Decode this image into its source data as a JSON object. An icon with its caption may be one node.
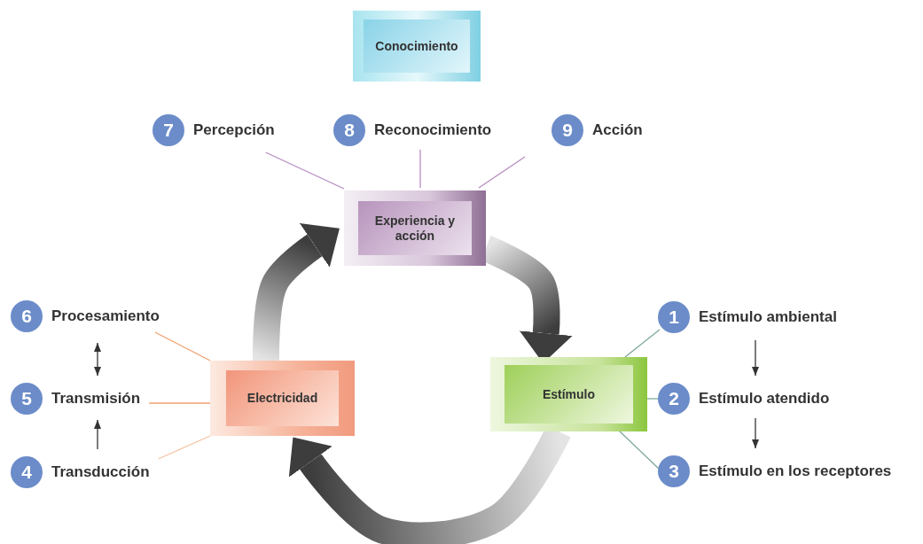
{
  "diagram": {
    "nodes": [
      {
        "text": [
          "Conocimiento"
        ]
      },
      {
        "text": [
          "Experiencia y acción"
        ]
      },
      {
        "text": [
          "Estímulo"
        ]
      },
      {
        "text": [
          "Electricidad"
        ]
      },
      {
        "text": [
          "1"
        ],
        "beside": [
          "Estímulo ambiental"
        ]
      },
      {
        "text": [
          "2"
        ],
        "beside": [
          "Estímulo atendido"
        ]
      },
      {
        "text": [
          "3"
        ],
        "beside": [
          "Estímulo en los receptores"
        ]
      },
      {
        "text": [
          "4"
        ],
        "beside": [
          "Transducción"
        ]
      },
      {
        "text": [
          "5"
        ],
        "beside": [
          "Transmisión"
        ]
      },
      {
        "text": [
          "6"
        ],
        "beside": [
          "Procesamiento"
        ]
      },
      {
        "text": [
          "7"
        ],
        "beside": [
          "Percepción"
        ]
      },
      {
        "text": [
          "8"
        ],
        "beside": [
          "Reconocimiento"
        ]
      },
      {
        "text": [
          "9"
        ],
        "beside": [
          "Acción"
        ]
      }
    ],
    "edges": [
      {
        "from": 1,
        "to": 2,
        "arrow": "to",
        "style": "thick"
      },
      {
        "from": 2,
        "to": 3,
        "arrow": "to",
        "style": "thick"
      },
      {
        "from": 3,
        "to": 1,
        "arrow": "to",
        "style": "thick"
      },
      {
        "from": 4,
        "to": 2,
        "arrow": "none",
        "color": "#7fa89a"
      },
      {
        "from": 5,
        "to": 2,
        "arrow": "none",
        "color": "#7fa89a"
      },
      {
        "from": 6,
        "to": 2,
        "arrow": "none",
        "color": "#7fa89a"
      },
      {
        "from": 9,
        "to": 3,
        "arrow": "none",
        "color": "#f0a070"
      },
      {
        "from": 8,
        "to": 3,
        "arrow": "none",
        "color": "#f0a070"
      },
      {
        "from": 7,
        "to": 3,
        "arrow": "none",
        "color": "#f5c4a4"
      },
      {
        "from": 10,
        "to": 1,
        "arrow": "none",
        "color": "#b68bc0"
      },
      {
        "from": 11,
        "to": 1,
        "arrow": "none",
        "color": "#b68bc0"
      },
      {
        "from": 12,
        "to": 1,
        "arrow": "none",
        "color": "#b68bc0"
      },
      {
        "from": 4,
        "to": 5,
        "arrow": "to"
      },
      {
        "from": 5,
        "to": 6,
        "arrow": "to"
      },
      {
        "from": 7,
        "to": 8,
        "arrow": "to"
      },
      {
        "from": 8,
        "to": 9,
        "arrow": "both"
      }
    ]
  }
}
